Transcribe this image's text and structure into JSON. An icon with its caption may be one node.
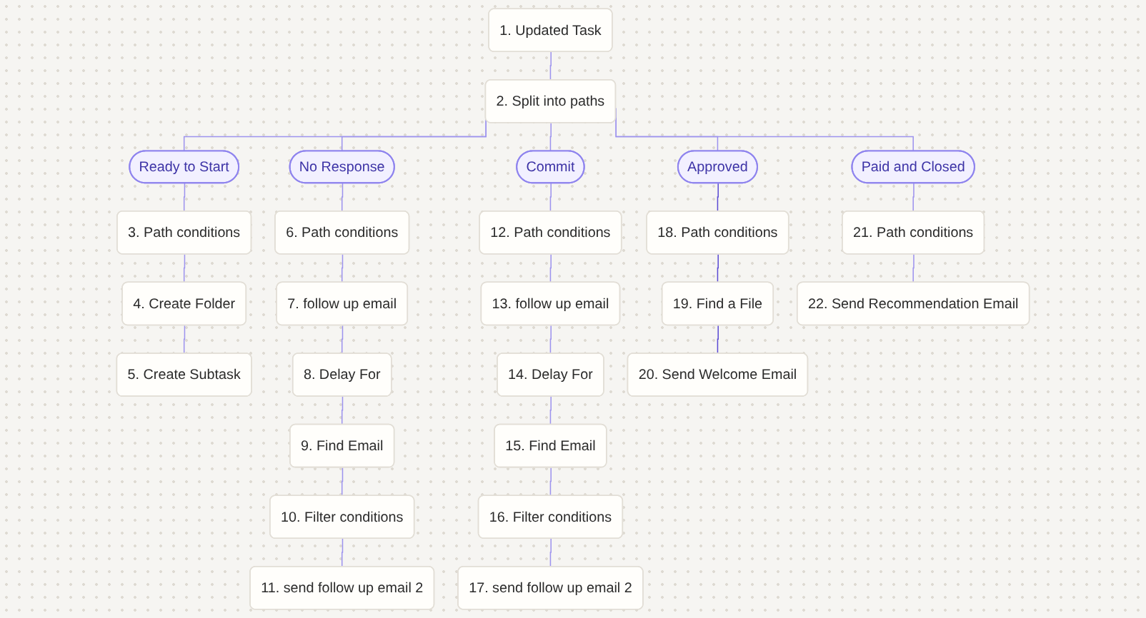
{
  "diagram": {
    "nodes": [
      {
        "text": [
          "1. Updated Task"
        ]
      },
      {
        "text": [
          "2. Split into paths"
        ]
      },
      {
        "text": [
          "Ready to Start"
        ]
      },
      {
        "text": [
          "No Response"
        ]
      },
      {
        "text": [
          "Commit"
        ]
      },
      {
        "text": [
          "Approved"
        ]
      },
      {
        "text": [
          "Paid and Closed"
        ]
      },
      {
        "text": [
          "3. Path conditions"
        ]
      },
      {
        "text": [
          "4. Create Folder"
        ]
      },
      {
        "text": [
          "5. Create Subtask"
        ]
      },
      {
        "text": [
          "6. Path conditions"
        ]
      },
      {
        "text": [
          "7. follow up email"
        ]
      },
      {
        "text": [
          "8. Delay For"
        ]
      },
      {
        "text": [
          "9. Find Email"
        ]
      },
      {
        "text": [
          "10. Filter conditions"
        ]
      },
      {
        "text": [
          "11. send follow up email 2"
        ]
      },
      {
        "text": [
          "12. Path conditions"
        ]
      },
      {
        "text": [
          "13. follow up email"
        ]
      },
      {
        "text": [
          "14. Delay For"
        ]
      },
      {
        "text": [
          "15. Find Email"
        ]
      },
      {
        "text": [
          "16. Filter conditions"
        ]
      },
      {
        "text": [
          "17. send follow up email 2"
        ]
      },
      {
        "text": [
          "18. Path conditions"
        ]
      },
      {
        "text": [
          "19. Find a File"
        ]
      },
      {
        "text": [
          "20. Send Welcome Email"
        ]
      },
      {
        "text": [
          "21. Path conditions"
        ]
      },
      {
        "text": [
          "22. Send Recommendation Email"
        ]
      }
    ],
    "edges": [
      {
        "from": 0,
        "to": 1,
        "arrow": "none"
      },
      {
        "from": 1,
        "to": 2,
        "arrow": "none"
      },
      {
        "from": 1,
        "to": 3,
        "arrow": "none"
      },
      {
        "from": 1,
        "to": 4,
        "arrow": "none"
      },
      {
        "from": 1,
        "to": 5,
        "arrow": "none"
      },
      {
        "from": 1,
        "to": 6,
        "arrow": "none"
      },
      {
        "from": 2,
        "to": 7,
        "arrow": "none"
      },
      {
        "from": 7,
        "to": 8,
        "arrow": "none"
      },
      {
        "from": 8,
        "to": 9,
        "arrow": "none"
      },
      {
        "from": 3,
        "to": 10,
        "arrow": "none"
      },
      {
        "from": 10,
        "to": 11,
        "arrow": "none"
      },
      {
        "from": 11,
        "to": 12,
        "arrow": "none"
      },
      {
        "from": 12,
        "to": 13,
        "arrow": "none"
      },
      {
        "from": 13,
        "to": 14,
        "arrow": "none"
      },
      {
        "from": 14,
        "to": 15,
        "arrow": "none"
      },
      {
        "from": 4,
        "to": 16,
        "arrow": "none"
      },
      {
        "from": 16,
        "to": 17,
        "arrow": "none"
      },
      {
        "from": 17,
        "to": 18,
        "arrow": "none"
      },
      {
        "from": 18,
        "to": 19,
        "arrow": "none"
      },
      {
        "from": 19,
        "to": 20,
        "arrow": "none"
      },
      {
        "from": 20,
        "to": 21,
        "arrow": "none"
      },
      {
        "from": 5,
        "to": 22,
        "arrow": "none",
        "color": "#5b4bd4"
      },
      {
        "from": 22,
        "to": 23,
        "arrow": "none",
        "color": "#5b4bd4"
      },
      {
        "from": 23,
        "to": 24,
        "arrow": "none",
        "color": "#5b4bd4"
      },
      {
        "from": 6,
        "to": 25,
        "arrow": "none"
      },
      {
        "from": 25,
        "to": 26,
        "arrow": "none"
      }
    ]
  }
}
